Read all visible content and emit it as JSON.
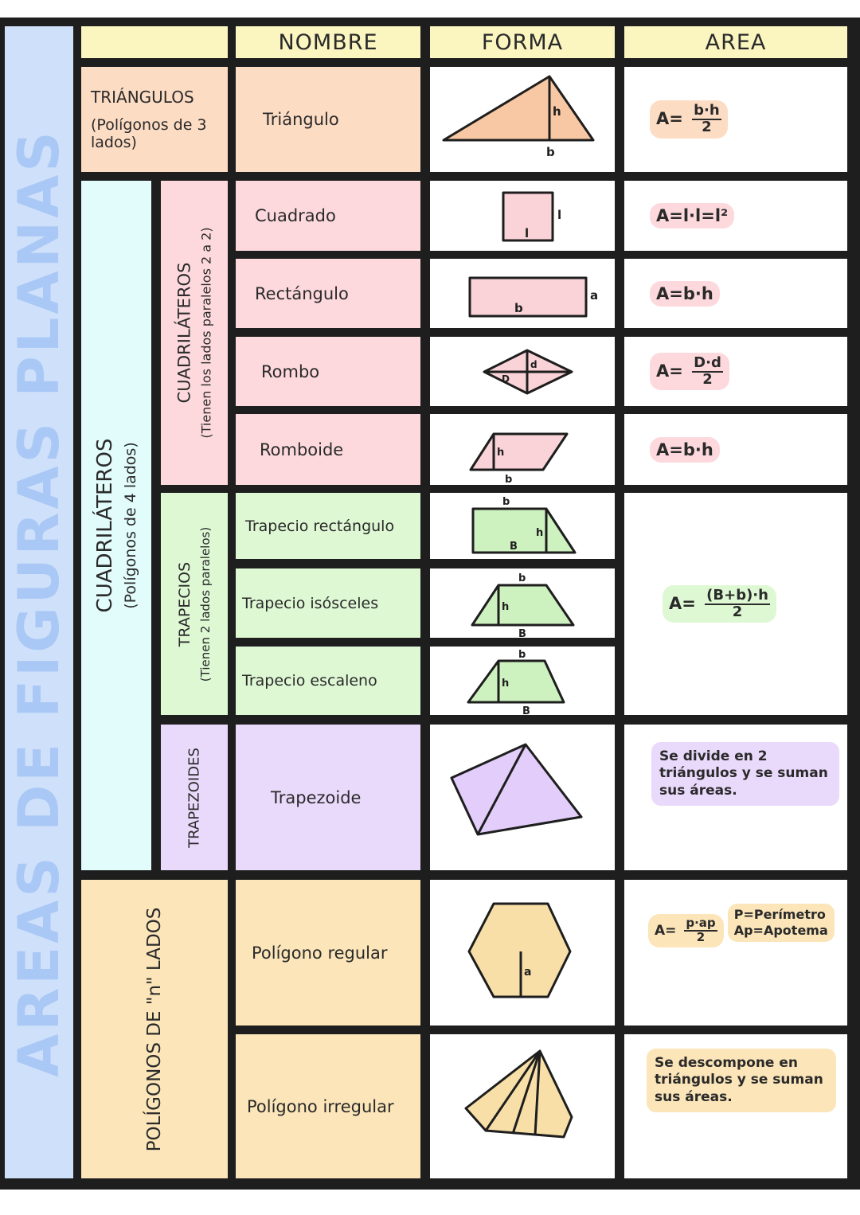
{
  "title": "AREAS DE FIGURAS PLANAS",
  "headers": {
    "nombre": "NOMBRE",
    "forma": "FORMA",
    "area": "AREA"
  },
  "groups": {
    "triangulos": {
      "title": "TRIÁNGULOS",
      "subtitle": "(Polígonos de 3 lados)"
    },
    "cuadrilateros": {
      "title": "CUADRILÁTEROS",
      "subtitle": "(Polígonos de 4 lados)"
    },
    "paralelogramos": {
      "title": "CUADRILÁTEROS",
      "subtitle": "(Tienen los lados paralelos 2 a 2)"
    },
    "trapecios": {
      "title": "TRAPECIOS",
      "subtitle": "(Tienen 2 lados paralelos)"
    },
    "trapezoides": {
      "title": "TRAPEZOIDES"
    },
    "poligonos": {
      "title": "POLÍGONOS DE \"n\" LADOS"
    }
  },
  "rows": [
    {
      "name": "Triángulo",
      "labels": [
        "h",
        "b"
      ]
    },
    {
      "name": "Cuadrado",
      "labels": [
        "l",
        "l"
      ]
    },
    {
      "name": "Rectángulo",
      "labels": [
        "a",
        "b"
      ]
    },
    {
      "name": "Rombo",
      "labels": [
        "d",
        "D"
      ]
    },
    {
      "name": "Romboide",
      "labels": [
        "h",
        "b"
      ]
    },
    {
      "name": "Trapecio rectángulo",
      "labels": [
        "b",
        "h",
        "B"
      ]
    },
    {
      "name": "Trapecio isósceles",
      "labels": [
        "b",
        "h",
        "B"
      ]
    },
    {
      "name": "Trapecio escaleno",
      "labels": [
        "b",
        "h",
        "B"
      ]
    },
    {
      "name": "Trapezoide"
    },
    {
      "name": "Polígono regular",
      "labels": [
        "a"
      ]
    },
    {
      "name": "Polígono irregular"
    }
  ],
  "formulas": {
    "triangulo": {
      "lhs": "A=",
      "num": "b·h",
      "den": "2"
    },
    "cuadrado": "A=l·l=l²",
    "rectangulo": "A=b·h",
    "rombo": {
      "lhs": "A=",
      "num": "D·d",
      "den": "2"
    },
    "romboide": "A=b·h",
    "trapecios": {
      "lhs": "A=",
      "num": "(B+b)·h",
      "den": "2"
    },
    "trapezoide": "Se divide en 2 triángulos y se suman sus áreas.",
    "regular": {
      "lhs": "A=",
      "num": "p·ap",
      "den": "2",
      "p": "P=Perímetro",
      "ap": "Ap=Apotema"
    },
    "irregular": "Se descompone en triángulos y se suman sus áreas."
  },
  "colors": {
    "blue": "#cfe0fa",
    "yellow": "#fbf5c0",
    "orange": "#fddcc4",
    "cyan": "#e2fbfb",
    "pink": "#fdd9dd",
    "green": "#def8d4",
    "purple": "#e9d9fb",
    "sand": "#fbe5b9",
    "title_text": "#a9c8f5",
    "shape_orange": "#f8c8a4",
    "shape_pink": "#f9d3d8",
    "shape_green": "#cdf2c0",
    "shape_purple": "#e2cdfb",
    "shape_sand": "#f8dfa8"
  }
}
